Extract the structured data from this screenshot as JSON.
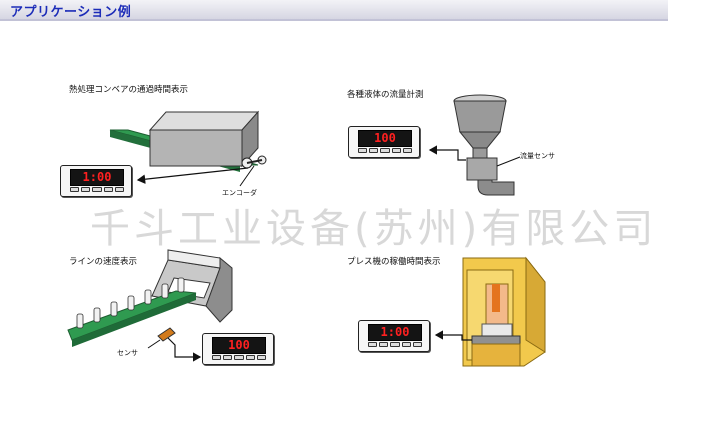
{
  "header": {
    "title": "アプリケーション例"
  },
  "panels": {
    "heat_conveyor": {
      "caption": "熱処理コンベアの通過時間表示",
      "display": "1:00",
      "label": "エンコーダ"
    },
    "liquid_flow": {
      "caption": "各種液体の流量計測",
      "display": "100",
      "label": "流量センサ"
    },
    "line_speed": {
      "caption": "ラインの速度表示",
      "display": "100",
      "label": "センサ"
    },
    "press": {
      "caption": "プレス機の稼働時間表示",
      "display": "1:00"
    }
  },
  "watermark": "千斗工业设备(苏州)有限公司",
  "colors": {
    "title": "#1c2cb8",
    "display_digits": "#ff2020",
    "press_body": "#f2c94c",
    "conveyor_belt": "#2f9a50"
  }
}
